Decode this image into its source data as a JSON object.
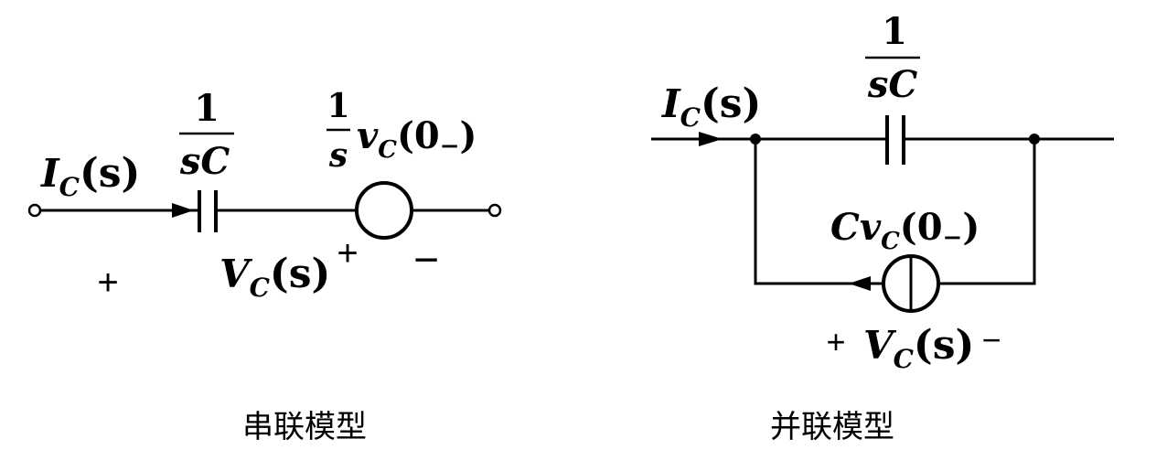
{
  "series_model": {
    "caption": "串联模型",
    "current_label": {
      "main": "I",
      "sub": "C",
      "arg": "(s)"
    },
    "impedance_label": {
      "numerator": "1",
      "denominator": "sC"
    },
    "source_label": {
      "coef_numerator": "1",
      "coef_denominator": "s",
      "main": "v",
      "sub": "C",
      "arg": "(0",
      "arg_sub": "−",
      "arg_close": ")"
    },
    "voltage_label": {
      "main": "V",
      "sub": "C",
      "arg": "(s)"
    },
    "plus_sign": "+",
    "source_plus": "+",
    "source_minus": "−"
  },
  "parallel_model": {
    "caption": "并联模型",
    "current_label": {
      "main": "I",
      "sub": "C",
      "arg": "(s)"
    },
    "impedance_label": {
      "numerator": "1",
      "denominator": "sC"
    },
    "source_label": {
      "main": "Cv",
      "sub": "C",
      "arg": "(0",
      "arg_sub": "−",
      "arg_close": ")"
    },
    "voltage_label": {
      "main": "V",
      "sub": "C",
      "arg": "(s)"
    },
    "plus_sign": "+",
    "minus_sign": "−"
  }
}
